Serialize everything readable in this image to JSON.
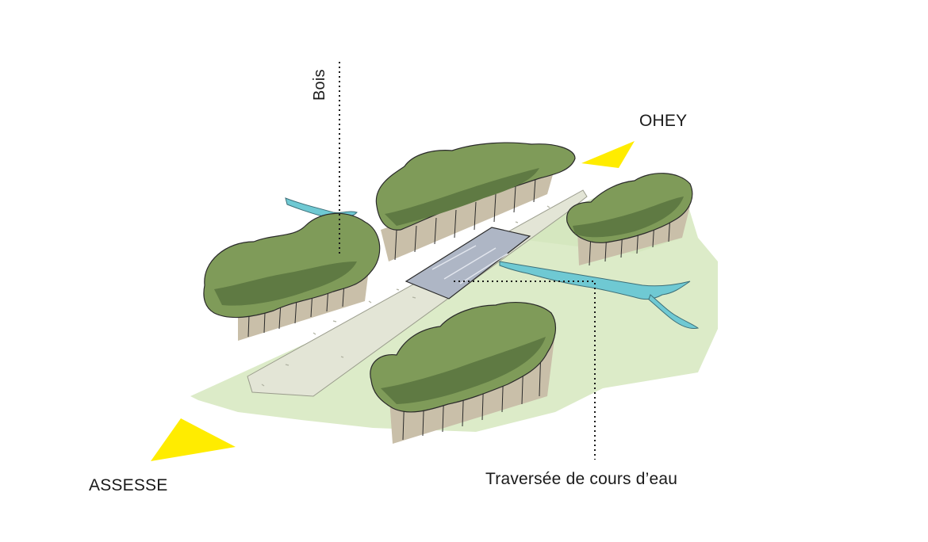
{
  "labels": {
    "bois": "Bois",
    "ohey": "OHEY",
    "assesse": "ASSESSE",
    "traverse": "Traversée de cours d’eau"
  },
  "colors": {
    "background": "#ffffff",
    "meadow": "#dcebc8",
    "road": "#e3e5d6",
    "foliage_light": "#7f9b59",
    "foliage_dark": "#5f7a43",
    "trunk": "#c9bfa9",
    "water": "#6fc9d3",
    "bridge": "#aeb6c5",
    "direction_arrow": "#ffec00",
    "ink": "#1a1a1a"
  },
  "icons": {
    "ohey_marker": "triangle-arrow-icon",
    "assesse_marker": "triangle-arrow-icon"
  }
}
